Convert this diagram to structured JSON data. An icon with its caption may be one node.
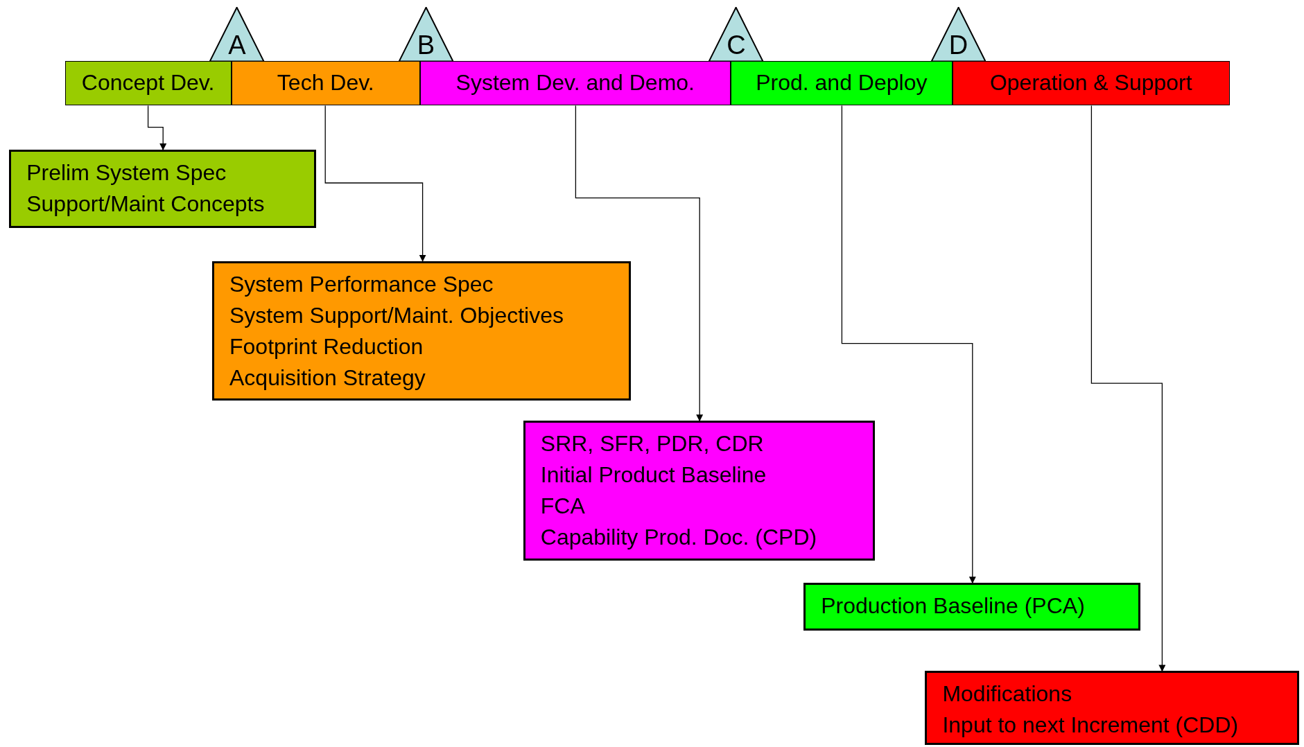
{
  "diagram": {
    "nodes": [
      {
        "text": [
          "A"
        ]
      },
      {
        "text": [
          "B"
        ]
      },
      {
        "text": [
          "C"
        ]
      },
      {
        "text": [
          "D"
        ]
      },
      {
        "text": [
          "Concept Dev."
        ]
      },
      {
        "text": [
          "Tech Dev."
        ]
      },
      {
        "text": [
          "System Dev. and Demo."
        ]
      },
      {
        "text": [
          "Prod. and Deploy"
        ]
      },
      {
        "text": [
          "Operation & Support"
        ]
      },
      {
        "text": [
          "Prelim System Spec",
          "Support/Maint Concepts"
        ]
      },
      {
        "text": [
          "System Performance Spec",
          "System Support/Maint. Objectives",
          "Footprint Reduction",
          "Acquisition Strategy"
        ]
      },
      {
        "text": [
          "SRR, SFR, PDR, CDR",
          "Initial Product Baseline",
          "FCA",
          "Capability Prod. Doc. (CPD)"
        ]
      },
      {
        "text": [
          "Production Baseline (PCA)"
        ]
      },
      {
        "text": [
          "Modifications",
          "Input to next Increment (CDD)"
        ]
      }
    ],
    "edges": [
      {
        "from": 4,
        "to": 9,
        "arrow": "to"
      },
      {
        "from": 5,
        "to": 10,
        "arrow": "to"
      },
      {
        "from": 6,
        "to": 11,
        "arrow": "to"
      },
      {
        "from": 7,
        "to": 12,
        "arrow": "to"
      },
      {
        "from": 8,
        "to": 13,
        "arrow": "to"
      }
    ]
  }
}
